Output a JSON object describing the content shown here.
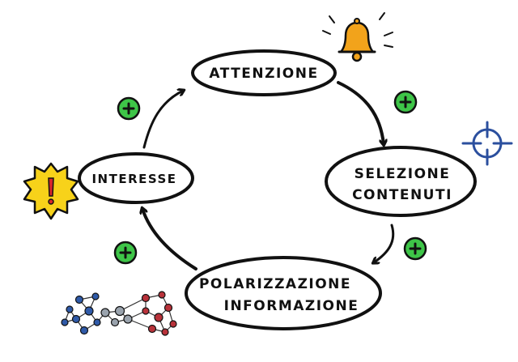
{
  "nodes": {
    "attenzione": "ATTENZIONE",
    "selezione_line1": "SELEZIONE",
    "selezione_line2": "CONTENUTI",
    "polarizzazione_line1": "POLARIZZAZIONE",
    "polarizzazione_line2": "INFORMAZIONE",
    "interesse": "INTERESSE"
  },
  "plus_badges": [
    "+",
    "+",
    "+",
    "+"
  ],
  "icons": {
    "bell": "bell-icon",
    "target": "target-crosshair-icon",
    "warning": "warning-burst-icon",
    "network": "network-graph-icon",
    "plus": "plus-circle-icon"
  },
  "colors": {
    "plus_green": "#3ec548",
    "bell_orange": "#f2a31b",
    "target_blue": "#2b4f9e",
    "warning_yellow": "#f7d21a",
    "warning_red": "#d8262a",
    "network_blue": "#2f5aa8",
    "network_red": "#b8323a",
    "network_grey": "#9aa3ad"
  }
}
